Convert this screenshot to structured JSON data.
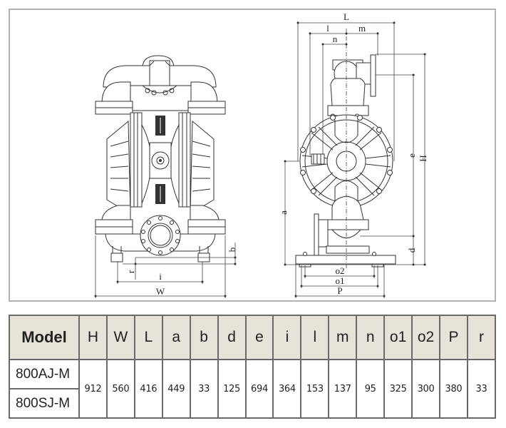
{
  "drawing": {
    "front_view": {
      "dimension_labels": {
        "W": "W",
        "i": "i",
        "r": "r",
        "b": "b"
      }
    },
    "side_view": {
      "dimension_labels": {
        "L": "L",
        "l": "l",
        "m": "m",
        "n": "n",
        "a": "a",
        "d": "d",
        "e": "e",
        "H": "H",
        "o1": "o1",
        "o2": "o2",
        "P": "P"
      }
    }
  },
  "table": {
    "headers": [
      "Model",
      "H",
      "W",
      "L",
      "a",
      "b",
      "d",
      "e",
      "i",
      "l",
      "m",
      "n",
      "o1",
      "o2",
      "P",
      "r"
    ],
    "models": [
      "800AJ-M",
      "800SJ-M"
    ],
    "values": [
      "912",
      "560",
      "416",
      "449",
      "33",
      "125",
      "694",
      "364",
      "153",
      "137",
      "95",
      "325",
      "300",
      "380",
      "33"
    ]
  }
}
